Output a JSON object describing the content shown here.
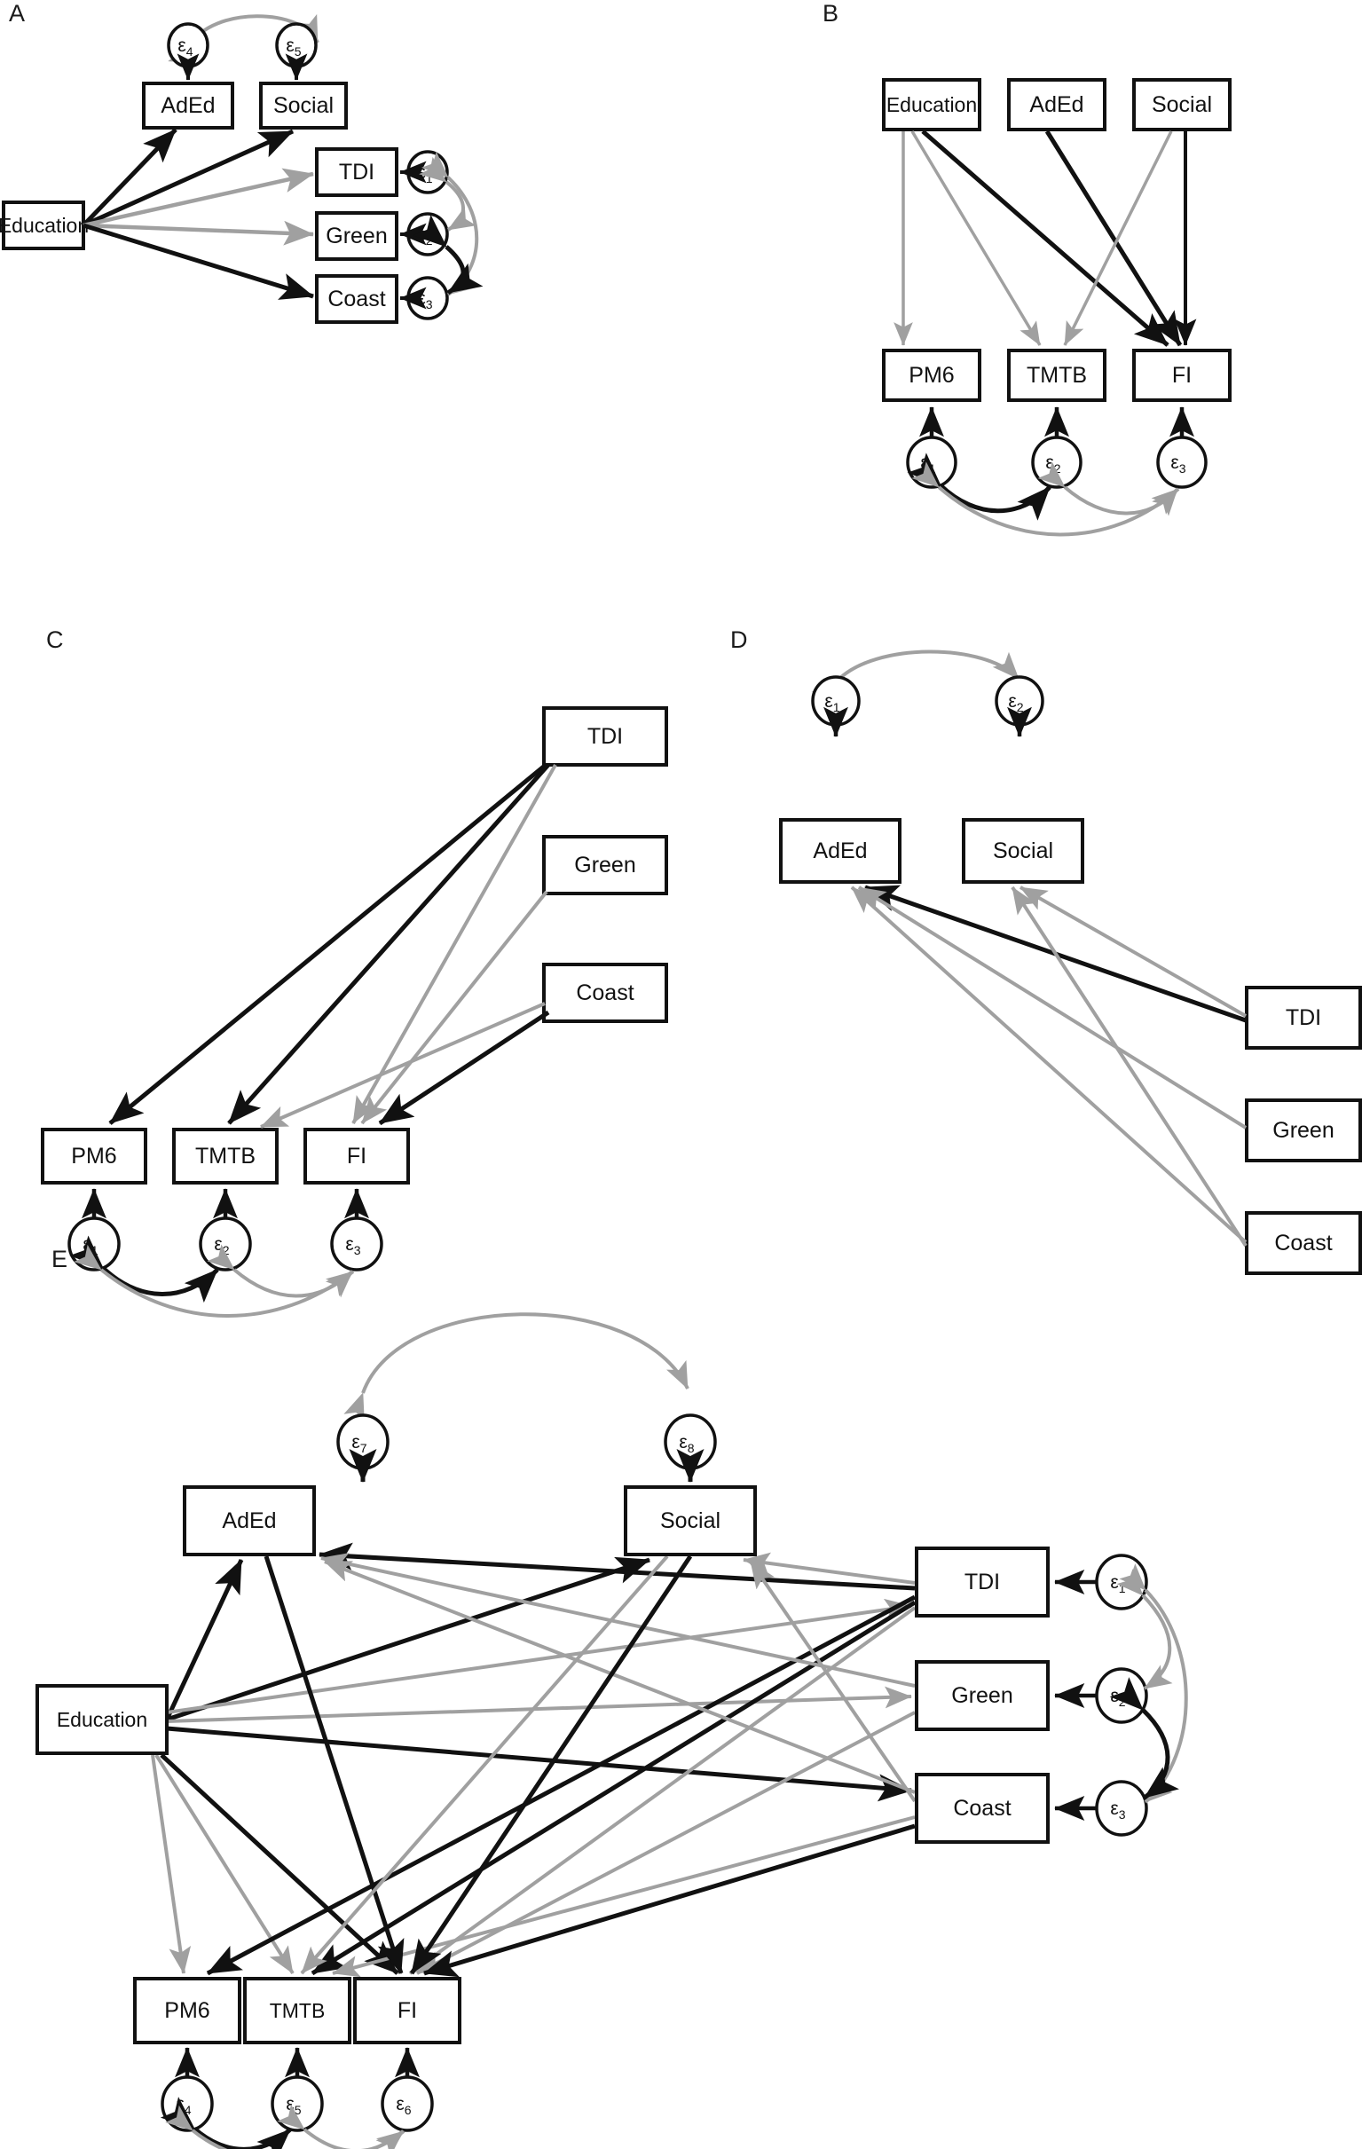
{
  "figure": {
    "type": "path-diagram-grid",
    "description": "Five structural equation model path diagrams labelled A through E",
    "panels": [
      "A",
      "B",
      "C",
      "D",
      "E"
    ],
    "colors": {
      "black_path": "#111111",
      "grey_path": "#a0a0a0",
      "box_fill": "#ffffff",
      "box_stroke": "#111111"
    }
  },
  "labels": {
    "A": "A",
    "B": "B",
    "C": "C",
    "D": "D",
    "E": "E"
  },
  "nodes": {
    "education": "Education",
    "aded": "AdEd",
    "social": "Social",
    "tdi": "TDI",
    "green": "Green",
    "coast": "Coast",
    "pm6": "PM6",
    "tmtb": "TMTB",
    "fi": "FI"
  },
  "errors": {
    "e": "ε",
    "e1": "1",
    "e2": "2",
    "e3": "3",
    "e4": "4",
    "e5": "5",
    "e6": "6",
    "e7": "7",
    "e8": "8"
  },
  "panel_a": {
    "label": "A",
    "boxes": [
      "Education",
      "AdEd",
      "Social",
      "TDI",
      "Green",
      "Coast"
    ],
    "error_circles": [
      "ε4",
      "ε5",
      "ε1",
      "ε2",
      "ε3"
    ],
    "paths": [
      {
        "from": "Education",
        "to": "AdEd",
        "color": "black"
      },
      {
        "from": "Education",
        "to": "Social",
        "color": "black"
      },
      {
        "from": "Education",
        "to": "TDI",
        "color": "grey"
      },
      {
        "from": "Education",
        "to": "Green",
        "color": "grey"
      },
      {
        "from": "Education",
        "to": "Coast",
        "color": "black"
      },
      {
        "from": "ε4",
        "to": "AdEd",
        "color": "black"
      },
      {
        "from": "ε5",
        "to": "Social",
        "color": "black"
      },
      {
        "from": "ε1",
        "to": "TDI",
        "color": "black"
      },
      {
        "from": "ε2",
        "to": "Green",
        "color": "black"
      },
      {
        "from": "ε3",
        "to": "Coast",
        "color": "black"
      }
    ],
    "covariances": [
      {
        "between": [
          "ε4",
          "ε5"
        ],
        "color": "grey"
      },
      {
        "between": [
          "ε1",
          "ε2"
        ],
        "color": "grey"
      },
      {
        "between": [
          "ε1",
          "ε3"
        ],
        "color": "grey"
      },
      {
        "between": [
          "ε2",
          "ε3"
        ],
        "color": "black"
      }
    ]
  },
  "panel_b": {
    "label": "B",
    "boxes": [
      "Education",
      "AdEd",
      "Social",
      "PM6",
      "TMTB",
      "FI"
    ],
    "error_circles": [
      "ε1",
      "ε2",
      "ε3"
    ],
    "paths": [
      {
        "from": "Education",
        "to": "PM6",
        "color": "grey"
      },
      {
        "from": "Education",
        "to": "TMTB",
        "color": "grey"
      },
      {
        "from": "Education",
        "to": "FI",
        "color": "black"
      },
      {
        "from": "AdEd",
        "to": "FI",
        "color": "black"
      },
      {
        "from": "Social",
        "to": "TMTB",
        "color": "grey"
      },
      {
        "from": "Social",
        "to": "FI",
        "color": "black"
      },
      {
        "from": "ε1",
        "to": "PM6",
        "color": "black"
      },
      {
        "from": "ε2",
        "to": "TMTB",
        "color": "black"
      },
      {
        "from": "ε3",
        "to": "FI",
        "color": "black"
      }
    ],
    "covariances": [
      {
        "between": [
          "ε1",
          "ε2"
        ],
        "color": "black"
      },
      {
        "between": [
          "ε1",
          "ε3"
        ],
        "color": "grey"
      },
      {
        "between": [
          "ε2",
          "ε3"
        ],
        "color": "grey"
      }
    ]
  },
  "panel_c": {
    "label": "C",
    "boxes": [
      "TDI",
      "Green",
      "Coast",
      "PM6",
      "TMTB",
      "FI"
    ],
    "error_circles": [
      "ε1",
      "ε2",
      "ε3"
    ],
    "paths": [
      {
        "from": "TDI",
        "to": "PM6",
        "color": "black"
      },
      {
        "from": "TDI",
        "to": "TMTB",
        "color": "black"
      },
      {
        "from": "TDI",
        "to": "FI",
        "color": "grey"
      },
      {
        "from": "Green",
        "to": "FI",
        "color": "grey"
      },
      {
        "from": "Coast",
        "to": "TMTB",
        "color": "grey"
      },
      {
        "from": "Coast",
        "to": "FI",
        "color": "black"
      },
      {
        "from": "ε1",
        "to": "PM6",
        "color": "black"
      },
      {
        "from": "ε2",
        "to": "TMTB",
        "color": "black"
      },
      {
        "from": "ε3",
        "to": "FI",
        "color": "black"
      }
    ],
    "covariances": [
      {
        "between": [
          "ε1",
          "ε2"
        ],
        "color": "black"
      },
      {
        "between": [
          "ε1",
          "ε3"
        ],
        "color": "grey"
      },
      {
        "between": [
          "ε2",
          "ε3"
        ],
        "color": "grey"
      }
    ]
  },
  "panel_d": {
    "label": "D",
    "boxes": [
      "AdEd",
      "Social",
      "TDI",
      "Green",
      "Coast"
    ],
    "error_circles": [
      "ε1",
      "ε2"
    ],
    "paths": [
      {
        "from": "TDI",
        "to": "AdEd",
        "color": "black"
      },
      {
        "from": "TDI",
        "to": "Social",
        "color": "grey"
      },
      {
        "from": "Green",
        "to": "AdEd",
        "color": "grey"
      },
      {
        "from": "Coast",
        "to": "AdEd",
        "color": "grey"
      },
      {
        "from": "Coast",
        "to": "Social",
        "color": "grey"
      },
      {
        "from": "ε1",
        "to": "AdEd",
        "color": "black"
      },
      {
        "from": "ε2",
        "to": "Social",
        "color": "black"
      }
    ],
    "covariances": [
      {
        "between": [
          "ε1",
          "ε2"
        ],
        "color": "grey"
      }
    ]
  },
  "panel_e": {
    "label": "E",
    "boxes": [
      "Education",
      "AdEd",
      "Social",
      "TDI",
      "Green",
      "Coast",
      "PM6",
      "TMTB",
      "FI"
    ],
    "error_circles": [
      "ε1",
      "ε2",
      "ε3",
      "ε4",
      "ε5",
      "ε6",
      "ε7",
      "ε8"
    ],
    "paths": [
      {
        "from": "Education",
        "to": "AdEd",
        "color": "black"
      },
      {
        "from": "Education",
        "to": "Social",
        "color": "black"
      },
      {
        "from": "Education",
        "to": "TDI",
        "color": "grey"
      },
      {
        "from": "Education",
        "to": "Green",
        "color": "grey"
      },
      {
        "from": "Education",
        "to": "Coast",
        "color": "black"
      },
      {
        "from": "Education",
        "to": "PM6",
        "color": "grey"
      },
      {
        "from": "Education",
        "to": "TMTB",
        "color": "grey"
      },
      {
        "from": "Education",
        "to": "FI",
        "color": "black"
      },
      {
        "from": "TDI",
        "to": "AdEd",
        "color": "black"
      },
      {
        "from": "TDI",
        "to": "Social",
        "color": "grey"
      },
      {
        "from": "TDI",
        "to": "PM6",
        "color": "black"
      },
      {
        "from": "TDI",
        "to": "TMTB",
        "color": "black"
      },
      {
        "from": "TDI",
        "to": "FI",
        "color": "grey"
      },
      {
        "from": "Green",
        "to": "AdEd",
        "color": "grey"
      },
      {
        "from": "Green",
        "to": "FI",
        "color": "grey"
      },
      {
        "from": "Coast",
        "to": "AdEd",
        "color": "grey"
      },
      {
        "from": "Coast",
        "to": "Social",
        "color": "grey"
      },
      {
        "from": "Coast",
        "to": "TMTB",
        "color": "grey"
      },
      {
        "from": "Coast",
        "to": "FI",
        "color": "black"
      },
      {
        "from": "AdEd",
        "to": "FI",
        "color": "black"
      },
      {
        "from": "Social",
        "to": "TMTB",
        "color": "grey"
      },
      {
        "from": "Social",
        "to": "FI",
        "color": "black"
      },
      {
        "from": "ε1",
        "to": "TDI",
        "color": "black"
      },
      {
        "from": "ε2",
        "to": "Green",
        "color": "black"
      },
      {
        "from": "ε3",
        "to": "Coast",
        "color": "black"
      },
      {
        "from": "ε4",
        "to": "PM6",
        "color": "black"
      },
      {
        "from": "ε5",
        "to": "TMTB",
        "color": "black"
      },
      {
        "from": "ε6",
        "to": "FI",
        "color": "black"
      },
      {
        "from": "ε7",
        "to": "AdEd",
        "color": "black"
      },
      {
        "from": "ε8",
        "to": "Social",
        "color": "black"
      }
    ],
    "covariances": [
      {
        "between": [
          "ε7",
          "ε8"
        ],
        "color": "grey"
      },
      {
        "between": [
          "ε1",
          "ε2"
        ],
        "color": "grey"
      },
      {
        "between": [
          "ε1",
          "ε3"
        ],
        "color": "grey"
      },
      {
        "between": [
          "ε2",
          "ε3"
        ],
        "color": "black"
      },
      {
        "between": [
          "ε4",
          "ε5"
        ],
        "color": "black"
      },
      {
        "between": [
          "ε4",
          "ε6"
        ],
        "color": "grey"
      },
      {
        "between": [
          "ε5",
          "ε6"
        ],
        "color": "grey"
      }
    ]
  }
}
